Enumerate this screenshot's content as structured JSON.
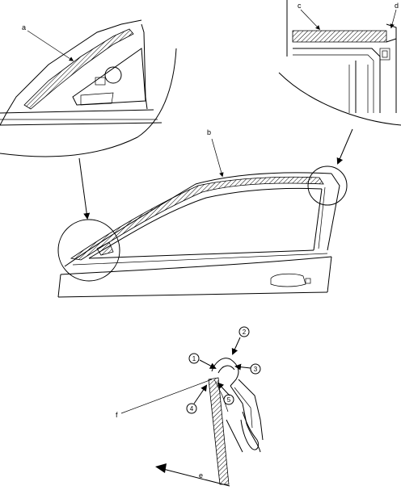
{
  "callouts": {
    "a": "a",
    "b": "b",
    "c": "c",
    "d": "d",
    "e": "e",
    "f": "f"
  },
  "steps": [
    "1",
    "2",
    "3",
    "4",
    "5"
  ],
  "colors": {
    "line": "#000000",
    "background": "#ffffff"
  }
}
